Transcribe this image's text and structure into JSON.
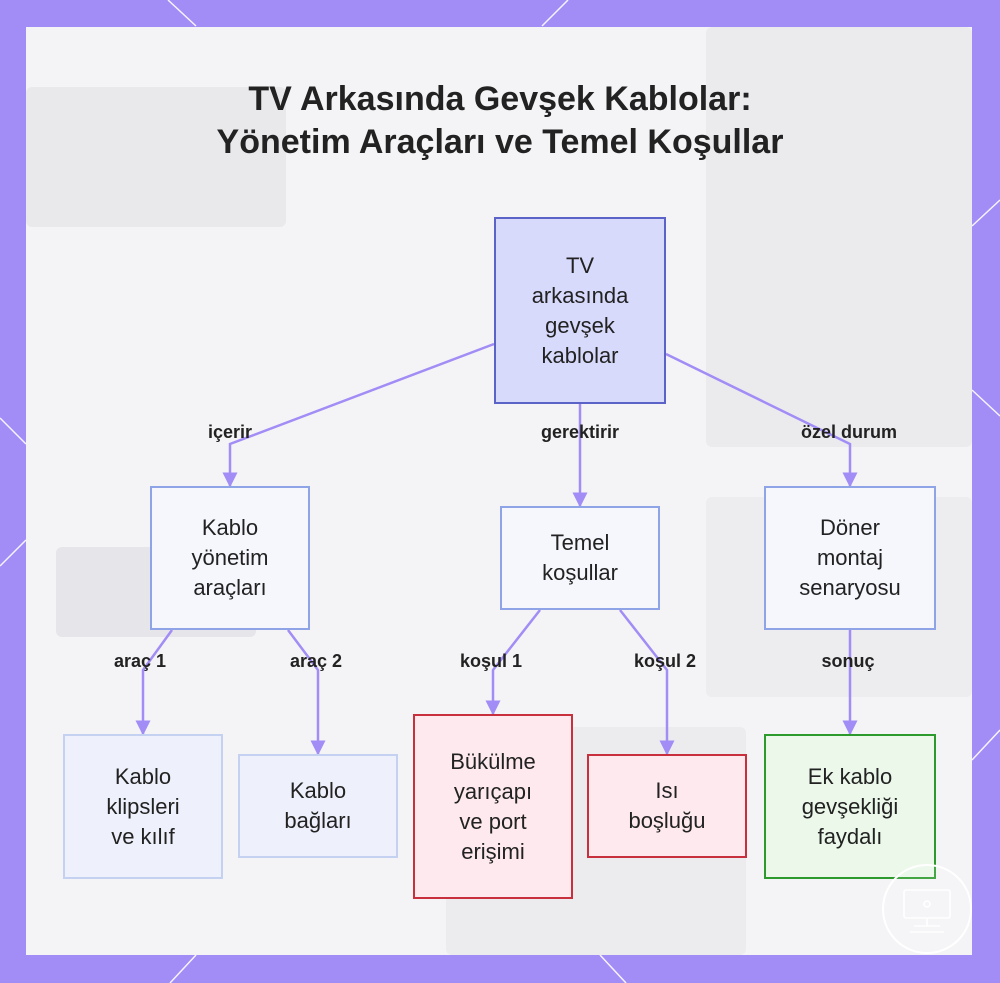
{
  "title": {
    "line1": "TV Arkasında Gevşek Kablolar:",
    "line2": "Yönetim Araçları ve Temel Koşullar"
  },
  "nodes": {
    "root": [
      "TV",
      "arkasında",
      "gevşek",
      "kablolar"
    ],
    "tools": [
      "Kablo",
      "yönetim",
      "araçları"
    ],
    "conditions": [
      "Temel",
      "koşullar"
    ],
    "swivel": [
      "Döner",
      "montaj",
      "senaryosu"
    ],
    "clips": [
      "Kablo",
      "klipsleri",
      "ve kılıf"
    ],
    "ties": [
      "Kablo",
      "bağları"
    ],
    "bend": [
      "Bükülme",
      "yarıçapı",
      "ve port",
      "erişimi"
    ],
    "heat": [
      "Isı",
      "boşluğu"
    ],
    "slack": [
      "Ek kablo",
      "gevşekliği",
      "faydalı"
    ]
  },
  "edge_labels": {
    "includes": "içerir",
    "requires": "gerektirir",
    "special_case": "özel durum",
    "tool1": "araç 1",
    "tool2": "araç 2",
    "cond1": "koşul 1",
    "cond2": "koşul 2",
    "result": "sonuç"
  },
  "colors": {
    "frame": "#a28cf5",
    "edge": "#a28cf5",
    "root_fill": "#d8dafc",
    "root_border": "#5b63c9",
    "mid_border": "#8fa4e6",
    "red_border": "#c9303e",
    "green_border": "#2c9a2c"
  },
  "icons": {
    "corner": "monitor-desk-icon"
  }
}
